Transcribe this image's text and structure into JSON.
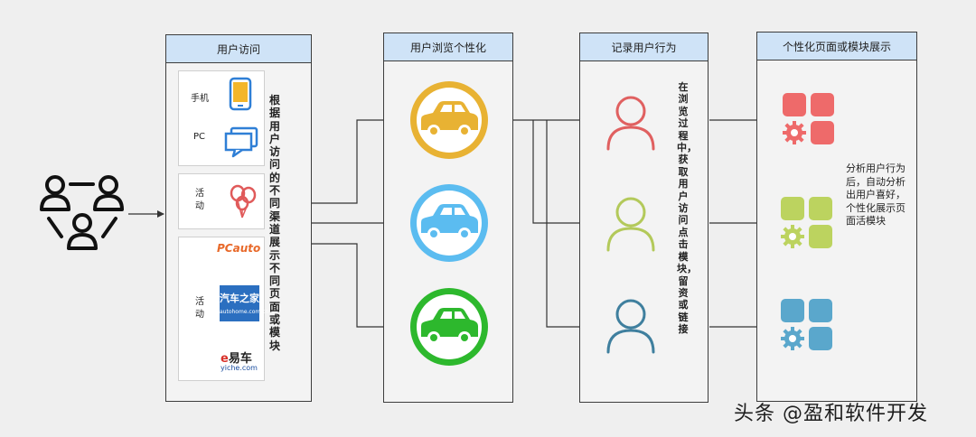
{
  "panels": {
    "user_access": {
      "title": "用户访问"
    },
    "browse": {
      "title": "用户浏览个性化"
    },
    "record": {
      "title": "记录用户行为"
    },
    "display": {
      "title": "个性化页面或模块展示"
    }
  },
  "channels": {
    "mobile_label": "手机",
    "pc_label": "PC",
    "activity_label_1": "活动",
    "activity_label_2": "活动"
  },
  "partners": {
    "pcauto": "PCauto",
    "autohome": "汽车之家",
    "autohome_url": "autohome.com.cn",
    "yiche": "易车",
    "yiche_url": "yiche.com"
  },
  "notes": {
    "channels_note": "根据用户访问的不同渠道展示不同页面或模块",
    "record_note": "在浏览过程中，获取用户访问点击模块，留资或链接",
    "display_note": "分析用户行为后，自动分析出用户喜好，个性化展示页面活模块"
  },
  "watermark": "头条 @盈和软件开发",
  "colors": {
    "header_bg": "#cfe3f7",
    "car_orange": "#e8b233",
    "car_blue": "#5bbcf0",
    "car_green": "#2db82d",
    "person_red": "#e06060",
    "person_green": "#b3c95a",
    "person_teal": "#3f7f9e",
    "module_red": "#ee6a6a",
    "module_green": "#bcd35f",
    "module_blue": "#5aa7cc"
  },
  "icons": [
    "user-group-icon",
    "tablet-icon",
    "chat-monitor-icon",
    "balloon-icon",
    "car-icon",
    "person-icon",
    "module-grid-icon",
    "gear-icon"
  ]
}
